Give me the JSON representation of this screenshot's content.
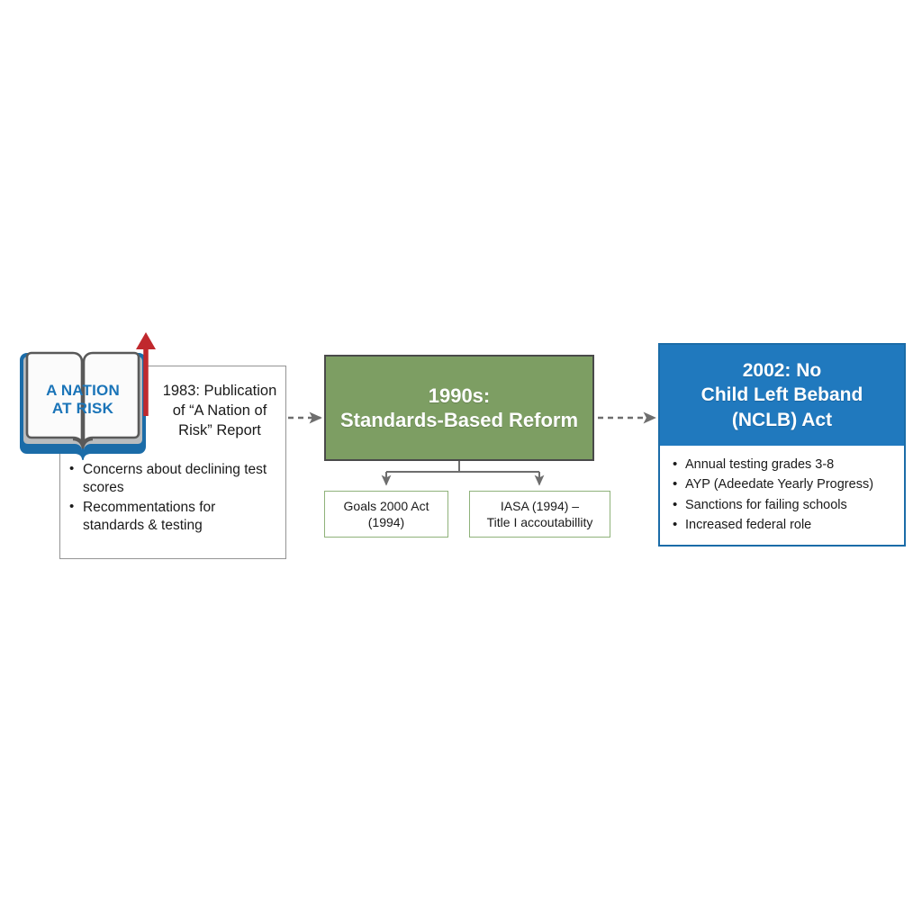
{
  "diagram": {
    "title": "Education Reform Timeline",
    "colors": {
      "green_panel": "#7d9e63",
      "blue_panel": "#2079be",
      "book_cover": "#1b6ca8",
      "book_title_text": "#1a74b8",
      "red_arrow": "#c0282d",
      "connector_gray": "#6e6e6e",
      "sub_box_border": "#8fb27a"
    },
    "left": {
      "book_icon_name": "open-book-icon",
      "book_title_line1": "A NATION",
      "book_title_line2": "AT RISK",
      "growth_arrow_name": "red-up-arrow-icon",
      "caption": "1983: Publication of “A Nation of Risk” Report",
      "bullets": [
        "Concerns about declining test scores",
        "Recommentations for standards & testing"
      ]
    },
    "middle": {
      "title_line1": "1990s:",
      "title_line2": "Standards-Based Reform",
      "sub_boxes": [
        {
          "line1": "Goals 2000 Act",
          "line2": "(1994)"
        },
        {
          "line1": "IASA (1994) –",
          "line2": "Title I accoutabillity"
        }
      ]
    },
    "right": {
      "title_line1": "2002: No",
      "title_line2": "Child Left Beband",
      "title_line3": "(NCLB) Act",
      "bullets": [
        "Annual testing grades 3-8",
        "AYP (Adeedate Yearly Progress)",
        "Sanctions for failing schools",
        "Increased federal role"
      ]
    },
    "connectors": {
      "arrow1_name": "dashed-arrow-left-to-middle",
      "arrow2_name": "dashed-arrow-middle-to-right",
      "branch_name": "branch-connector"
    }
  }
}
